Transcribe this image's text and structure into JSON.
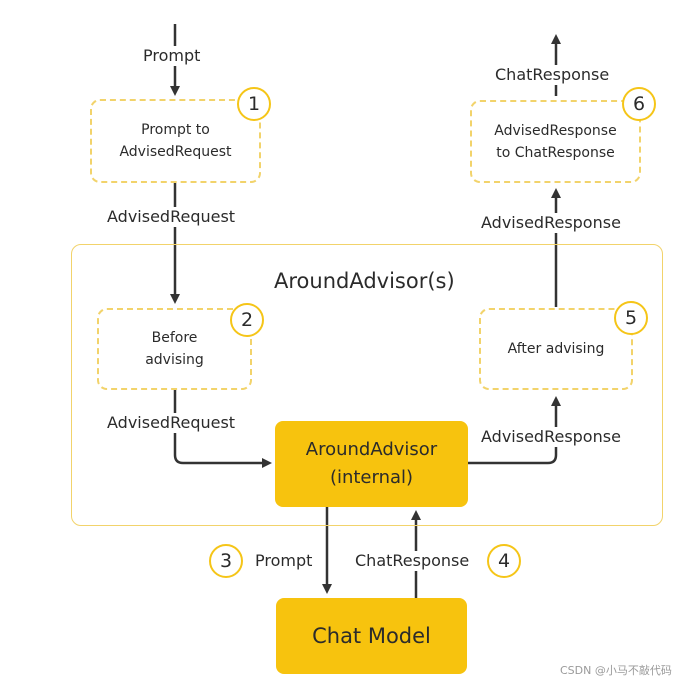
{
  "diagram": {
    "group_title": "AroundAdvisor(s)",
    "steps": [
      {
        "number": "1",
        "line1": "Prompt to",
        "line2": "AdvisedRequest"
      },
      {
        "number": "2",
        "line1": "Before",
        "line2": "advising"
      },
      {
        "number": "3"
      },
      {
        "number": "4"
      },
      {
        "number": "5",
        "line1": "After advising"
      },
      {
        "number": "6",
        "line1": "AdvisedResponse",
        "line2": "to ChatResponse"
      }
    ],
    "internal_box": {
      "line1": "AroundAdvisor",
      "line2": "(internal)"
    },
    "chat_model": "Chat Model",
    "edge_labels": {
      "prompt_in": "Prompt",
      "advised_request_1": "AdvisedRequest",
      "advised_request_2": "AdvisedRequest",
      "prompt_to_model": "Prompt",
      "chat_response_from_model": "ChatResponse",
      "advised_response_1": "AdvisedResponse",
      "advised_response_2": "AdvisedResponse",
      "chat_response_out": "ChatResponse"
    },
    "watermark": "CSDN @小马不敲代码"
  },
  "colors": {
    "accent": "#f7c30e",
    "dashed": "#f2d36b",
    "line": "#333333"
  }
}
